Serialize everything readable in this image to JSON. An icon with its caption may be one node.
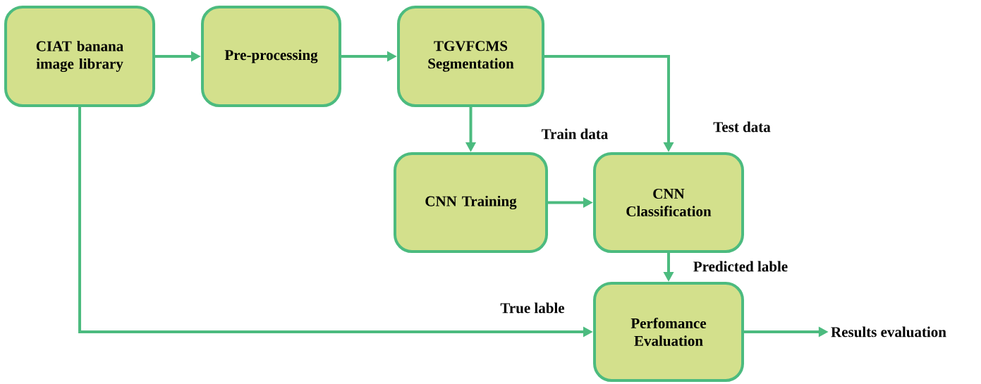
{
  "diagram": {
    "nodes": [
      {
        "text": [
          "CIAT banana image library"
        ]
      },
      {
        "text": [
          "Pre-processing"
        ]
      },
      {
        "text": [
          "TGVFCMS Segmentation"
        ]
      },
      {
        "text": [
          "CNN Training"
        ]
      },
      {
        "text": [
          "CNN Classification"
        ]
      },
      {
        "text": [
          "Perfomance Evaluation"
        ]
      },
      {
        "text": [
          "Results evaluation"
        ]
      }
    ],
    "edges": [
      {
        "from": 0,
        "to": 1,
        "arrow": "to"
      },
      {
        "from": 1,
        "to": 2,
        "arrow": "to"
      },
      {
        "from": 2,
        "to": 3,
        "arrow": "to",
        "label": "Train data"
      },
      {
        "from": 2,
        "to": 4,
        "arrow": "to",
        "label": "Test data"
      },
      {
        "from": 3,
        "to": 4,
        "arrow": "to"
      },
      {
        "from": 4,
        "to": 5,
        "arrow": "to",
        "label": "Predicted lable"
      },
      {
        "from": 0,
        "to": 5,
        "arrow": "to",
        "label": "True lable"
      },
      {
        "from": 5,
        "to": 6,
        "arrow": "to"
      }
    ]
  }
}
